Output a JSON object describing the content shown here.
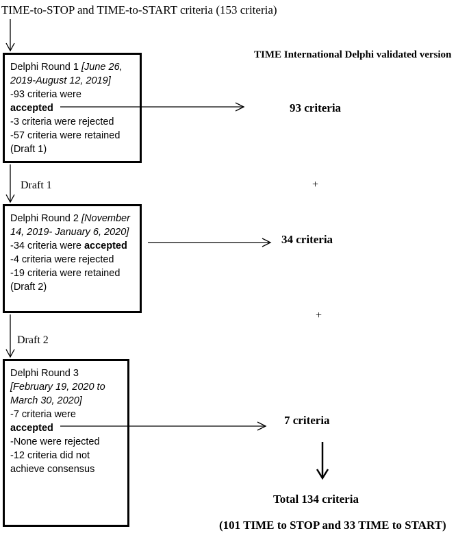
{
  "top_title": "TIME-to-STOP and TIME-to-START criteria (153 criteria)",
  "right_header": "TIME International Delphi validated version",
  "rounds": [
    {
      "title": "Delphi Round 1 ",
      "dates_a": "[June 26,",
      "dates_b": "2019-August 12, 2019]",
      "accepted_pre": "-93 criteria were",
      "accepted_word": "accepted",
      "rejected": "-3 criteria were rejected",
      "retained": "-57 criteria were retained",
      "draft": "(Draft 1)"
    },
    {
      "title": "Delphi Round 2 ",
      "dates_a": "[November",
      "dates_b": "14, 2019- January 6, 2020]",
      "accepted_pre": "-34 criteria were ",
      "accepted_word": "accepted",
      "rejected": "-4 criteria were rejected",
      "retained": "-19 criteria were retained",
      "draft": "(Draft 2)"
    },
    {
      "title": "Delphi Round 3",
      "dates_a": "[February 19, 2020 to",
      "dates_b": "March 30, 2020]",
      "accepted_pre": "-7 criteria were",
      "accepted_word": "accepted",
      "rejected": "-None were rejected",
      "line5": "-12 criteria did not",
      "line6": "achieve consensus"
    }
  ],
  "draft_labels": [
    "Draft 1",
    "Draft 2"
  ],
  "results": [
    "93 criteria",
    "34 criteria",
    "7 criteria"
  ],
  "plus": "+",
  "total": "Total 134 criteria",
  "breakdown": "(101 TIME to STOP and 33 TIME to START)"
}
